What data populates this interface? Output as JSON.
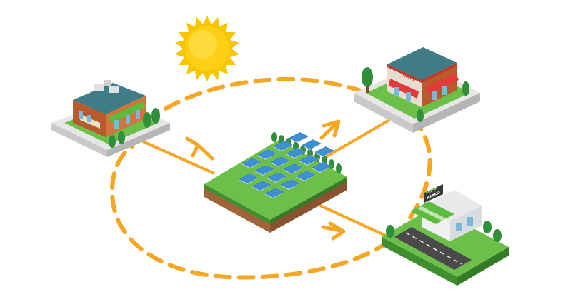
{
  "colors": {
    "flow": "#f5a623",
    "sun_core": "#fdd017",
    "sun_ray": "#f7c600",
    "grass_top": "#6cc04a",
    "grass_side": "#3f8f2e",
    "soil_side": "#a0633a",
    "panel": "#3d8fd6",
    "panel_frame": "#c9d7e3",
    "tree": "#2f8f3a",
    "awning_green": "#5dbb3f",
    "awning_red": "#e23b3b",
    "brick": "#b85a2b",
    "roof_teal": "#3f7c86",
    "plot_gray": "#e6e6e6",
    "plot_side": "#c9c9c9"
  },
  "icons": {
    "sun": "sun-icon",
    "solar_farm": "solar-farm-icon",
    "arrows": "arrow-icon"
  },
  "labels": {
    "cafe_sign": "CAFE",
    "shop_sign_line1": "FRESH",
    "shop_sign_line2": "MARKET"
  }
}
